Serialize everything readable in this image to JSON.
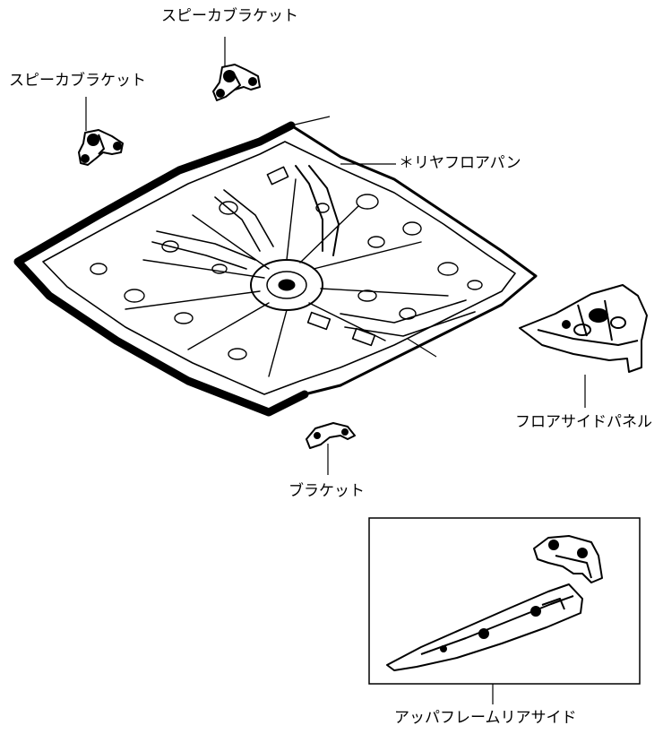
{
  "labels": {
    "speaker_bracket_right": "スピーカブラケット",
    "speaker_bracket_left": "スピーカブラケット",
    "rear_floor_pan": "＊リヤフロアパン",
    "floor_side_panel": "フロアサイドパネル",
    "bracket": "ブラケット",
    "upper_frame_rear_side": "アッパフレームリアサイド"
  }
}
